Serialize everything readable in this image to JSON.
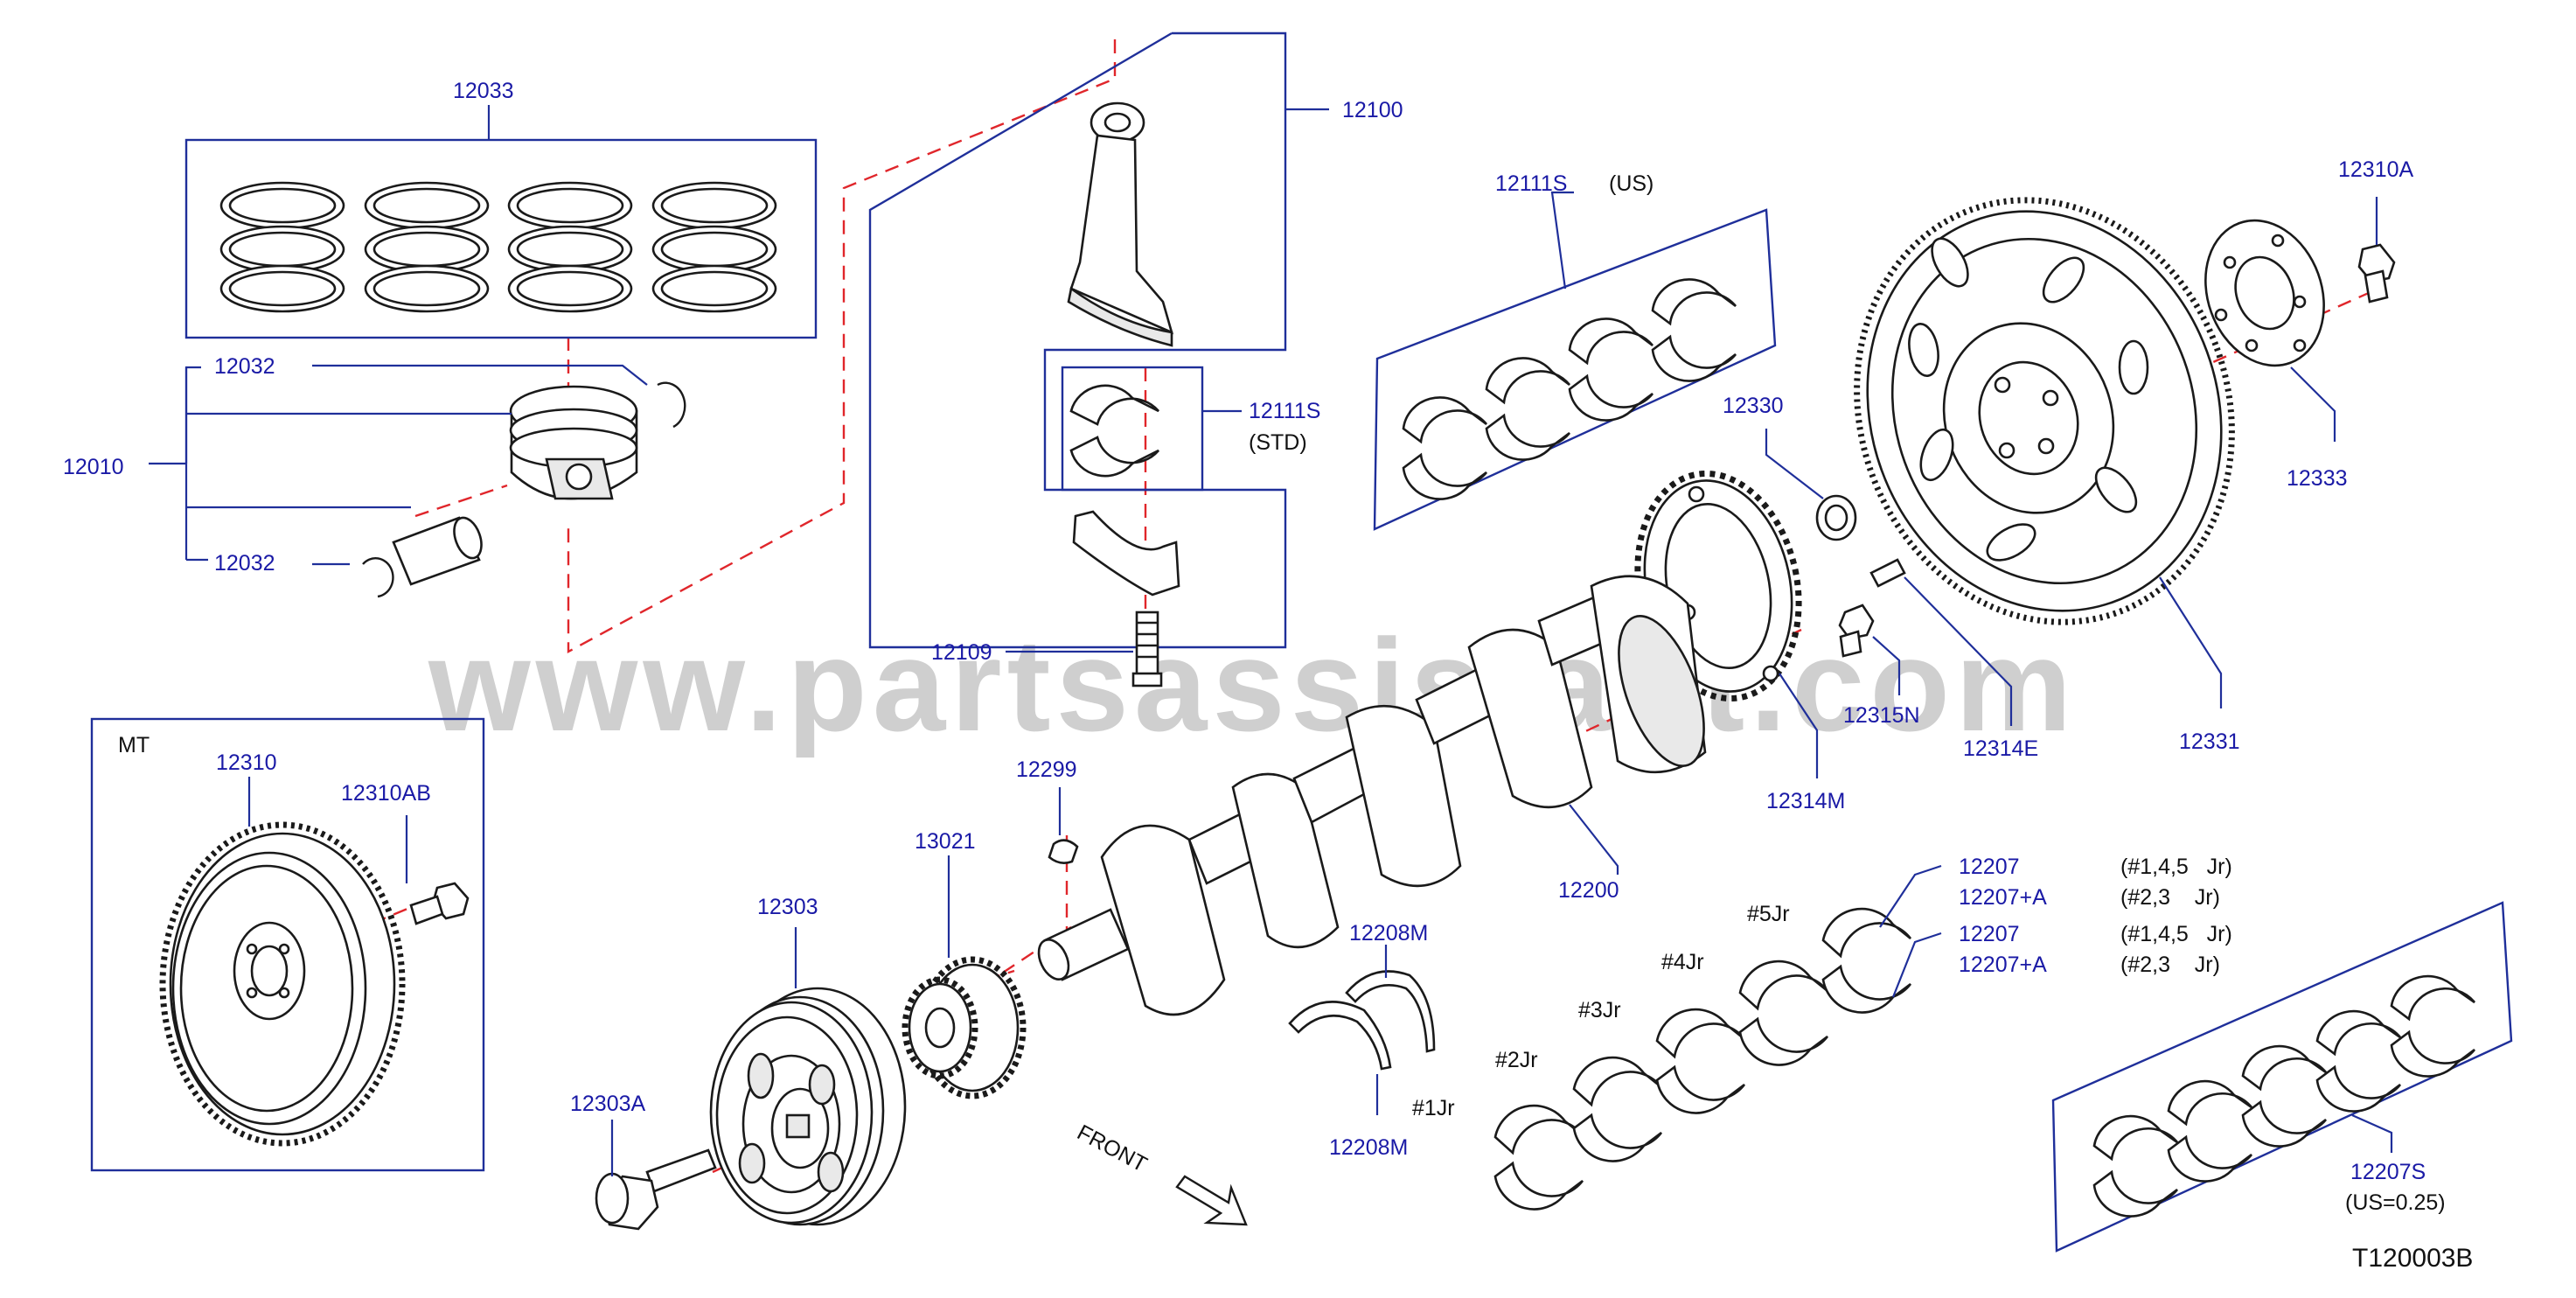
{
  "watermark": "www.partsassistant.com",
  "drawing_code": "T120003B",
  "front_label": "FRONT",
  "mt_label": "MT",
  "part_numbers": {
    "p12033": "12033",
    "p12032a": "12032",
    "p12032b": "12032",
    "p12010": "12010",
    "p12100": "12100",
    "p12111s_std": "12111S",
    "std_note": "(STD)",
    "p12109": "12109",
    "p12111s_us": "12111S",
    "us_note": "(US)",
    "p12330": "12330",
    "p12310a": "12310A",
    "p12333": "12333",
    "p12331": "12331",
    "p12314e": "12314E",
    "p12315n": "12315N",
    "p12314m": "12314M",
    "p12200": "12200",
    "p12310": "12310",
    "p12310ab": "12310AB",
    "p12299": "12299",
    "p13021": "13021",
    "p12303": "12303",
    "p12303a": "12303A",
    "p12208m_a": "12208M",
    "p12208m_b": "12208M",
    "p12207_a": "12207",
    "p12207a_a": "12207+A",
    "p12207_b": "12207",
    "p12207a_b": "12207+A",
    "p12207s": "12207S",
    "us_025": "(US=0.25)"
  },
  "journal_labels": {
    "j1": "#1Jr",
    "j2": "#2Jr",
    "j3": "#3Jr",
    "j4": "#4Jr",
    "j5": "#5Jr"
  },
  "journal_notes": {
    "n1": "(#1,4,5   Jr)",
    "n2": "(#2,3    Jr)",
    "n3": "(#1,4,5   Jr)",
    "n4": "(#2,3    Jr)"
  }
}
